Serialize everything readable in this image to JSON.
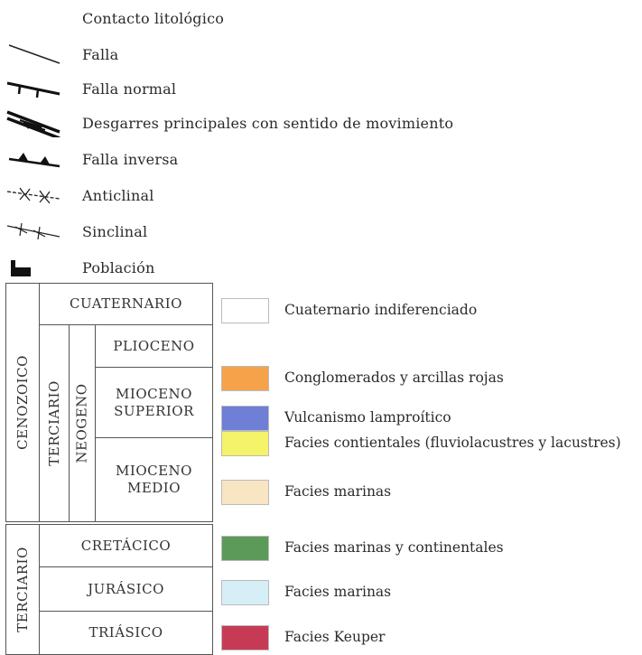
{
  "symbols": [
    {
      "icon": "contact-line-blank",
      "label": "Contacto litológico"
    },
    {
      "icon": "fault-line-icon",
      "label": "Falla"
    },
    {
      "icon": "normal-fault-icon",
      "label": "Falla normal"
    },
    {
      "icon": "strike-slip-fault-icon",
      "label": "Desgarres principales con sentido de movimiento"
    },
    {
      "icon": "reverse-fault-icon",
      "label": "Falla inversa"
    },
    {
      "icon": "anticline-icon",
      "label": "Anticlinal"
    },
    {
      "icon": "syncline-icon",
      "label": "Sinclinal"
    },
    {
      "icon": "town-icon",
      "label": "Población"
    }
  ],
  "stratigraphy": {
    "eras": [
      "CENOZOICO",
      "TERCIARIO"
    ],
    "periods": {
      "cuaternario": "CUATERNARIO",
      "terciario": "TERCIARIO",
      "cretacico": "CRETÁCICO",
      "jurasico": "JURÁSICO",
      "triasico": "TRIÁSICO"
    },
    "subperiod": "NEOGENO",
    "epochs": {
      "plioceno": "PLIOCENO",
      "mioceno_superior": "MIOCENO\nSUPERIOR",
      "mioceno_medio": "MIOCENO\nMEDIO"
    }
  },
  "legend": [
    {
      "color": "#ffffff",
      "label": "Cuaternario indiferenciado"
    },
    {
      "color": "#f5a24a",
      "label": "Conglomerados y arcillas rojas"
    },
    {
      "color": "#6f7fd6",
      "label": "Vulcanismo lamproítico"
    },
    {
      "color": "#f4f36a",
      "label": "Facies contientales (fluviolacustres y lacustres)"
    },
    {
      "color": "#f8e5c2",
      "label": "Facies marinas"
    },
    {
      "color": "#5c9a5a",
      "label": "Facies marinas y continentales"
    },
    {
      "color": "#d6eef6",
      "label": "Facies marinas"
    },
    {
      "color": "#c73a55",
      "label": "Facies  Keuper"
    }
  ]
}
